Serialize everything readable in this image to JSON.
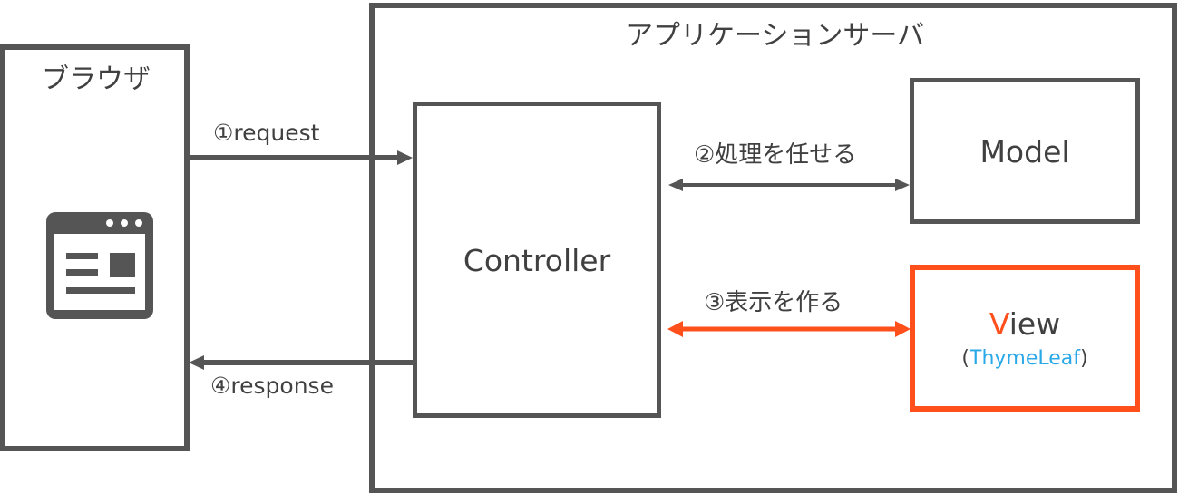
{
  "app_server": {
    "title": "アプリケーションサーバ"
  },
  "browser": {
    "title": "ブラウザ",
    "icon": "browser-window-icon"
  },
  "controller": {
    "label": "Controller"
  },
  "model": {
    "label": "Model"
  },
  "view": {
    "label_first": "V",
    "label_rest": "iew",
    "open_paren": "(",
    "engine": "ThymeLeaf",
    "close_paren": ")"
  },
  "arrows": {
    "request": "①request",
    "delegate": "②処理を任せる",
    "render": "③表示を作る",
    "response": "④response"
  },
  "colors": {
    "gray": "#555555",
    "accent": "#ff4f1a",
    "link": "#29a8e8"
  }
}
